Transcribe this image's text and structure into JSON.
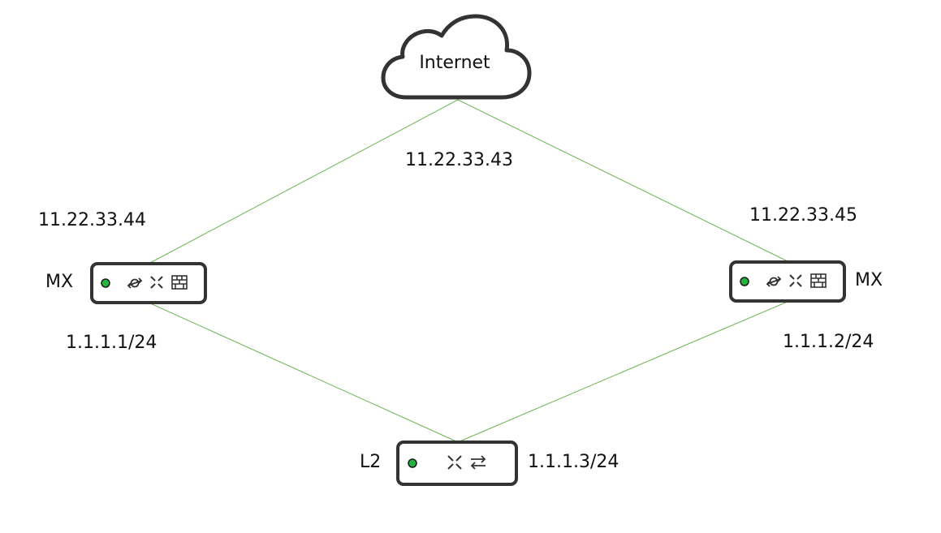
{
  "colors": {
    "link": "#6cb34f",
    "device_border": "#333333",
    "status_led": "#22b43c",
    "status_led_ring": "#1a1a1a",
    "icon": "#333333"
  },
  "internet": {
    "label": "Internet",
    "icon": "cloud-icon",
    "ip": "11.22.33.43"
  },
  "devices": {
    "mx_left": {
      "name": "MX",
      "wan_ip": "11.22.33.44",
      "lan_ip": "1.1.1.1/24",
      "icons": [
        "status-led",
        "vpn-icon",
        "switch-icon",
        "firewall-icon"
      ]
    },
    "mx_right": {
      "name": "MX",
      "wan_ip": "11.22.33.45",
      "lan_ip": "1.1.1.2/24",
      "icons": [
        "status-led",
        "vpn-icon",
        "switch-icon",
        "firewall-icon"
      ]
    },
    "l2": {
      "name": "L2",
      "ip": "1.1.1.3/24",
      "icons": [
        "status-led",
        "switch-icon",
        "ports-icon"
      ]
    }
  }
}
